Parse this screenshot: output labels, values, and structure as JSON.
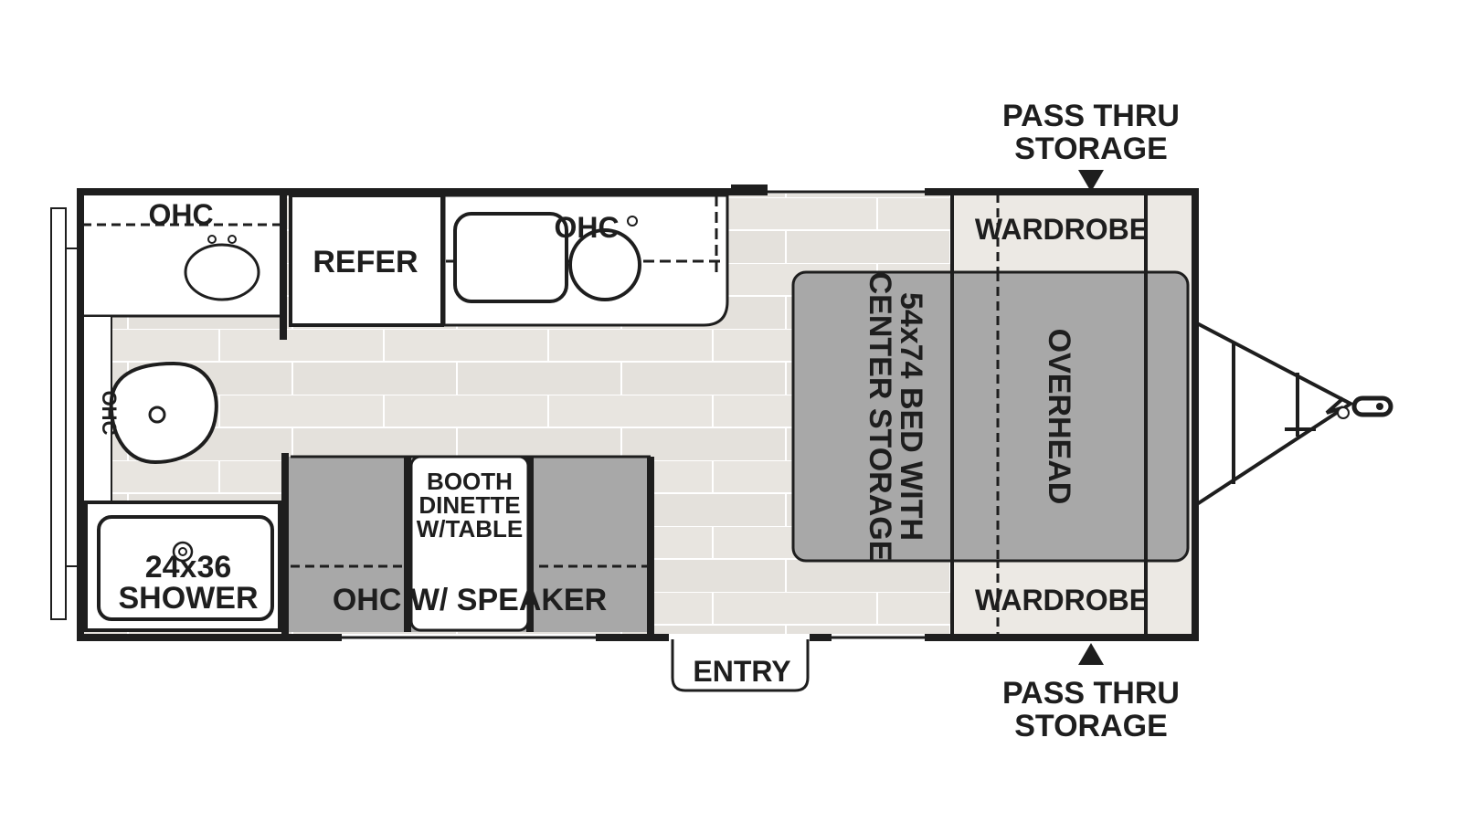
{
  "labels": {
    "pass_thru_top_line1": "PASS THRU",
    "pass_thru_top_line2": "STORAGE",
    "pass_thru_bottom_line1": "PASS THRU",
    "pass_thru_bottom_line2": "STORAGE",
    "ohc_bath": "OHC",
    "ohc_kitchen": "OHC",
    "ohc_side": "OHC",
    "refer": "REFER",
    "wardrobe_top": "WARDROBE",
    "wardrobe_bottom": "WARDROBE",
    "bed_line1": "54x74 BED WITH",
    "bed_line2": "CENTER STORAGE",
    "overhead": "OVERHEAD",
    "booth_line1": "BOOTH",
    "booth_line2": "DINETTE",
    "booth_line3": "W/TABLE",
    "ohc_speaker": "OHC W/ SPEAKER",
    "shower_line1": "24x36",
    "shower_line2": "SHOWER",
    "entry": "ENTRY"
  },
  "colors": {
    "wall": "#1e1e1e",
    "floor": "#e4e1dc",
    "floor_plank_line": "#ffffff",
    "furniture_gray": "#a8a8a8",
    "fixture_white": "#ffffff"
  }
}
